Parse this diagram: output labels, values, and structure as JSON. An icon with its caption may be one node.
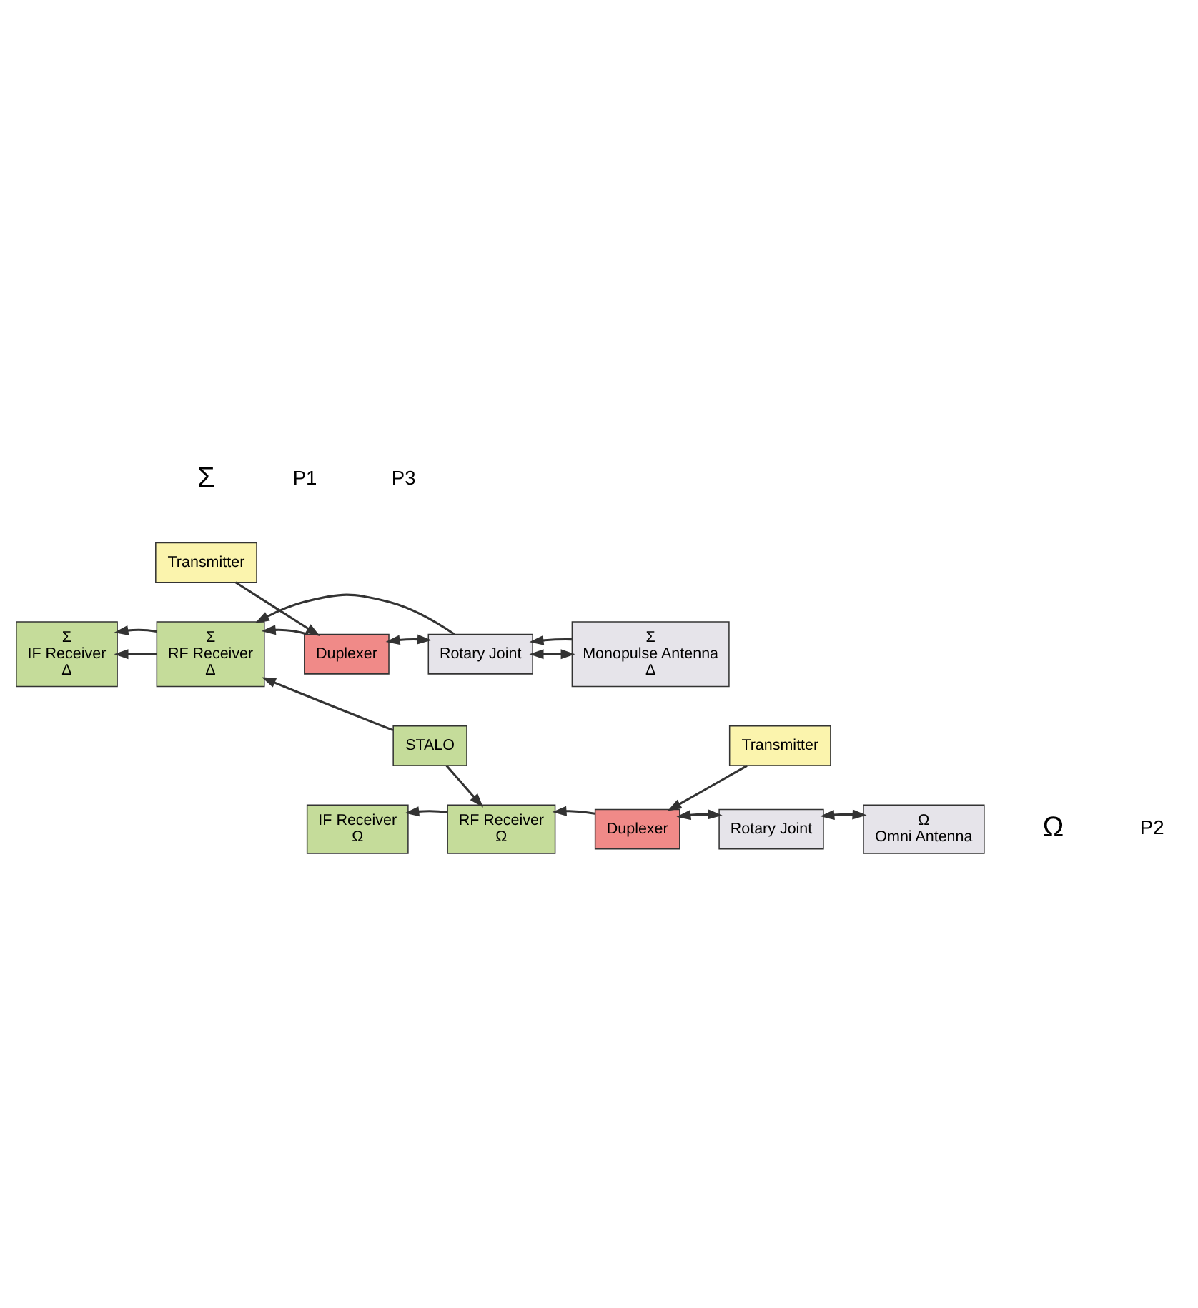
{
  "diagram": {
    "nodes": [
      {
        "text": [
          "Transmitter"
        ]
      },
      {
        "text": [
          "Σ",
          "IF Receiver",
          "Δ"
        ]
      },
      {
        "text": [
          "Σ",
          "RF Receiver",
          "Δ"
        ]
      },
      {
        "text": [
          "Duplexer"
        ]
      },
      {
        "text": [
          "Rotary Joint"
        ]
      },
      {
        "text": [
          "Σ",
          "Monopulse Antenna",
          "Δ"
        ]
      },
      {
        "text": [
          "STALO"
        ]
      },
      {
        "text": [
          "IF Receiver",
          "Ω"
        ]
      },
      {
        "text": [
          "RF Receiver",
          "Ω"
        ]
      },
      {
        "text": [
          "Duplexer"
        ]
      },
      {
        "text": [
          "Rotary Joint"
        ]
      },
      {
        "text": [
          "Ω",
          "Omni Antenna"
        ]
      },
      {
        "text": [
          "Transmitter"
        ]
      }
    ],
    "edges": [
      {
        "from": 0,
        "to": 3,
        "arrow": "to"
      },
      {
        "from": 3,
        "to": 2,
        "arrow": "to"
      },
      {
        "from": 2,
        "to": 1,
        "arrow": "to"
      },
      {
        "from": 3,
        "to": 4,
        "arrow": "both"
      },
      {
        "from": 4,
        "to": 5,
        "arrow": "both"
      },
      {
        "from": 5,
        "to": 4,
        "arrow": "to"
      },
      {
        "from": 4,
        "to": 2,
        "arrow": "to"
      },
      {
        "from": 2,
        "to": 1,
        "arrow": "to"
      },
      {
        "from": 6,
        "to": 2,
        "arrow": "to"
      },
      {
        "from": 6,
        "to": 8,
        "arrow": "to"
      },
      {
        "from": 8,
        "to": 7,
        "arrow": "to"
      },
      {
        "from": 9,
        "to": 8,
        "arrow": "to"
      },
      {
        "from": 9,
        "to": 10,
        "arrow": "both"
      },
      {
        "from": 10,
        "to": 11,
        "arrow": "both"
      },
      {
        "from": 12,
        "to": 9,
        "arrow": "to"
      }
    ],
    "labels": [
      "Σ",
      "P1",
      "P3",
      "Ω",
      "P2"
    ]
  }
}
